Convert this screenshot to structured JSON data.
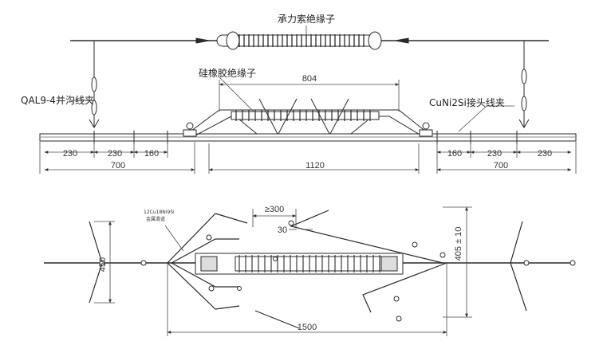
{
  "labels": {
    "catenary_insulator": "承力索绝缘子",
    "silicone_insulator": "硅橡胶绝缘子",
    "left_clamp": "QAL9-4并沟线夹",
    "right_clamp": "CuNi2Si接头线夹",
    "pipe_note_line1": "12Cu18Ni9Si",
    "pipe_note_line2": "金属滑道"
  },
  "dimensions": {
    "top_span": "804",
    "left_seg1": "230",
    "left_seg2": "230",
    "left_seg3": "160",
    "left_total": "700",
    "center_total": "1120",
    "right_seg1": "160",
    "right_seg2": "230",
    "right_seg3": "230",
    "right_total": "700",
    "min_gap": "≥300",
    "gap_small": "30",
    "left_height": "450",
    "right_height": "405 ± 10",
    "bottom_total": "1500"
  },
  "colors": {
    "line": "#2a2a2a",
    "dimension": "#4a4a4a",
    "background": "#ffffff"
  }
}
